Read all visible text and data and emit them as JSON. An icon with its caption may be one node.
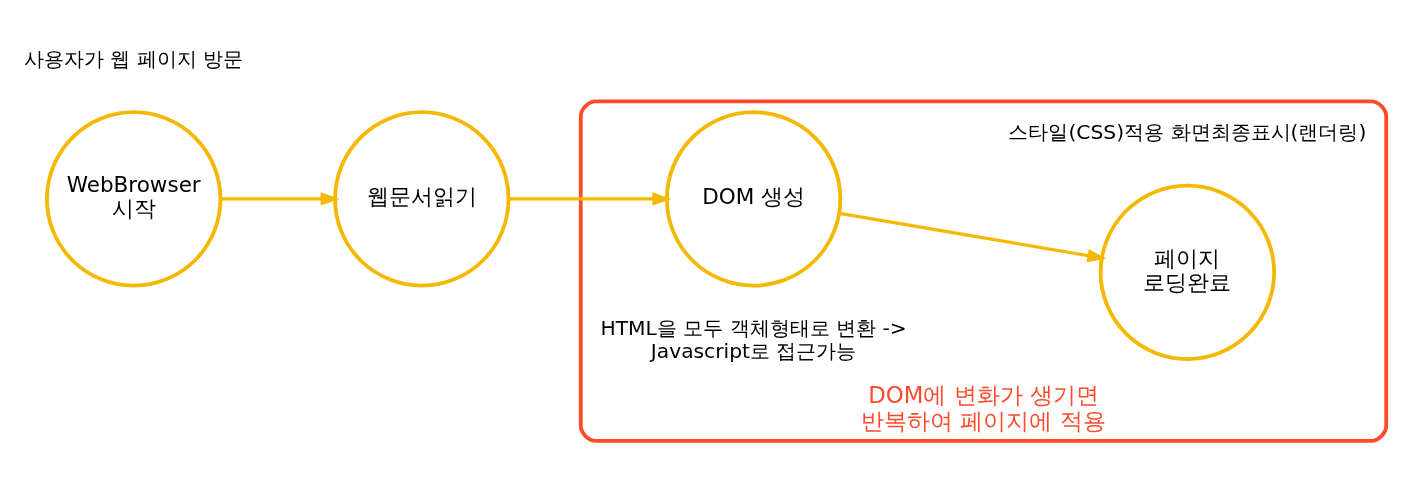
{
  "diagram": {
    "nodes": [
      {
        "text": [
          "WebBrowser 시작"
        ],
        "beside": [
          "사용자가 웹 페이지 방문"
        ]
      },
      {
        "text": [
          "웹문서읽기"
        ]
      },
      {
        "text": [
          "DOM에 변화가 생기면 반복하여 페이지에 적용"
        ]
      },
      {
        "text": [
          "DOM 생성"
        ],
        "in": 2,
        "beside": [
          "HTML을 모두 객체형태로 변환 -> Javascript로 접근가능"
        ]
      },
      {
        "text": [
          "페이지 로딩완료"
        ],
        "in": 2,
        "beside": [
          "스타일(CSS)적용 화면최종표시(랜더링)"
        ]
      }
    ],
    "edges": [
      {
        "from": 0,
        "to": 1,
        "arrow": "to"
      },
      {
        "from": 1,
        "to": 3,
        "arrow": "to"
      },
      {
        "from": 3,
        "to": 4,
        "arrow": "to"
      }
    ]
  }
}
